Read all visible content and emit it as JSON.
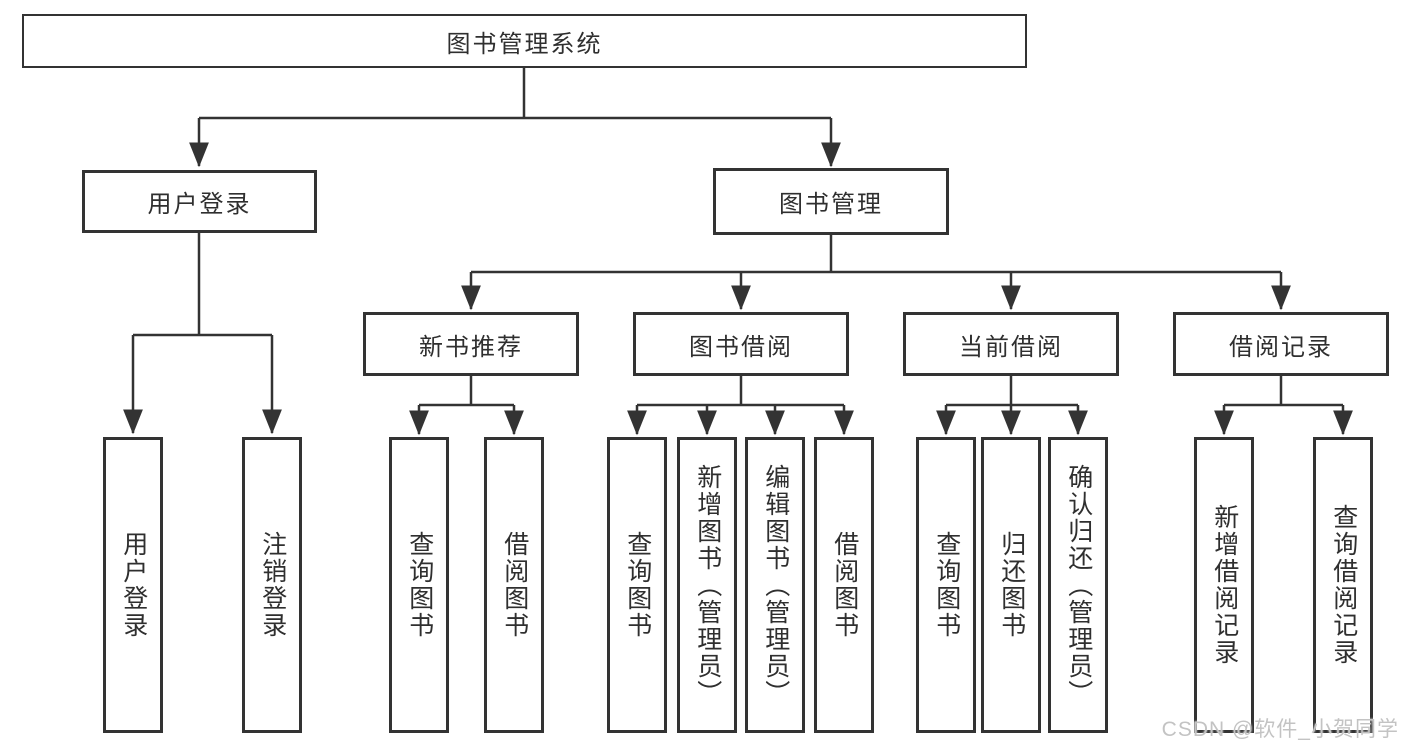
{
  "tree": {
    "root": "图书管理系统",
    "children": [
      {
        "label": "用户登录",
        "children": [
          "用户登录",
          "注销登录"
        ]
      },
      {
        "label": "图书管理",
        "children": [
          {
            "label": "新书推荐",
            "children": [
              "查询图书",
              "借阅图书"
            ]
          },
          {
            "label": "图书借阅",
            "children": [
              "查询图书",
              "新增图书（管理员）",
              "编辑图书（管理员）",
              "借阅图书"
            ]
          },
          {
            "label": "当前借阅",
            "children": [
              "查询图书",
              "归还图书",
              "确认归还（管理员）"
            ]
          },
          {
            "label": "借阅记录",
            "children": [
              "新增借阅记录",
              "查询借阅记录"
            ]
          }
        ]
      }
    ]
  },
  "watermark": "CSDN @软件_小贺同学",
  "colors": {
    "line": "#333333",
    "box_border": "#333333",
    "text": "#2f2f2f",
    "watermark": "#c3c3c3",
    "background": "#ffffff"
  }
}
